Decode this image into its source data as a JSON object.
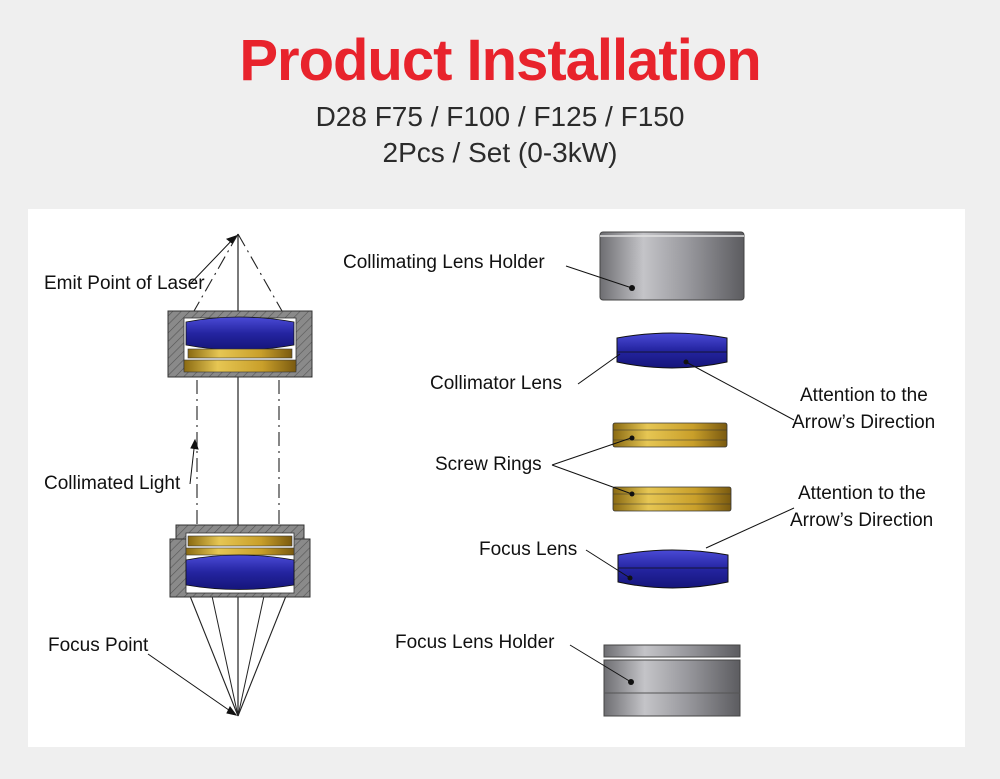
{
  "header": {
    "title": "Product Installation",
    "subtitle_line1": "D28 F75 / F100 / F125 / F150",
    "subtitle_line2": "2Pcs / Set (0-3kW)"
  },
  "left_labels": {
    "emit_point": "Emit Point of Laser",
    "collimated_light": "Collimated Light",
    "focus_point": "Focus Point"
  },
  "right_labels": {
    "collimating_lens_holder": "Collimating Lens Holder",
    "collimator_lens": "Collimator Lens",
    "screw_rings": "Screw Rings",
    "focus_lens": "Focus Lens",
    "focus_lens_holder": "Focus Lens Holder",
    "attention_1_line1": "Attention to the",
    "attention_1_line2": "Arrow’s Direction",
    "attention_2_line1": "Attention to the",
    "attention_2_line2": "Arrow’s Direction"
  },
  "colors": {
    "title_red": "#e8232c",
    "lens_blue": "#2a2aa8",
    "ring_gold": "#c9a52a",
    "holder_gray": "#8d8d92"
  }
}
